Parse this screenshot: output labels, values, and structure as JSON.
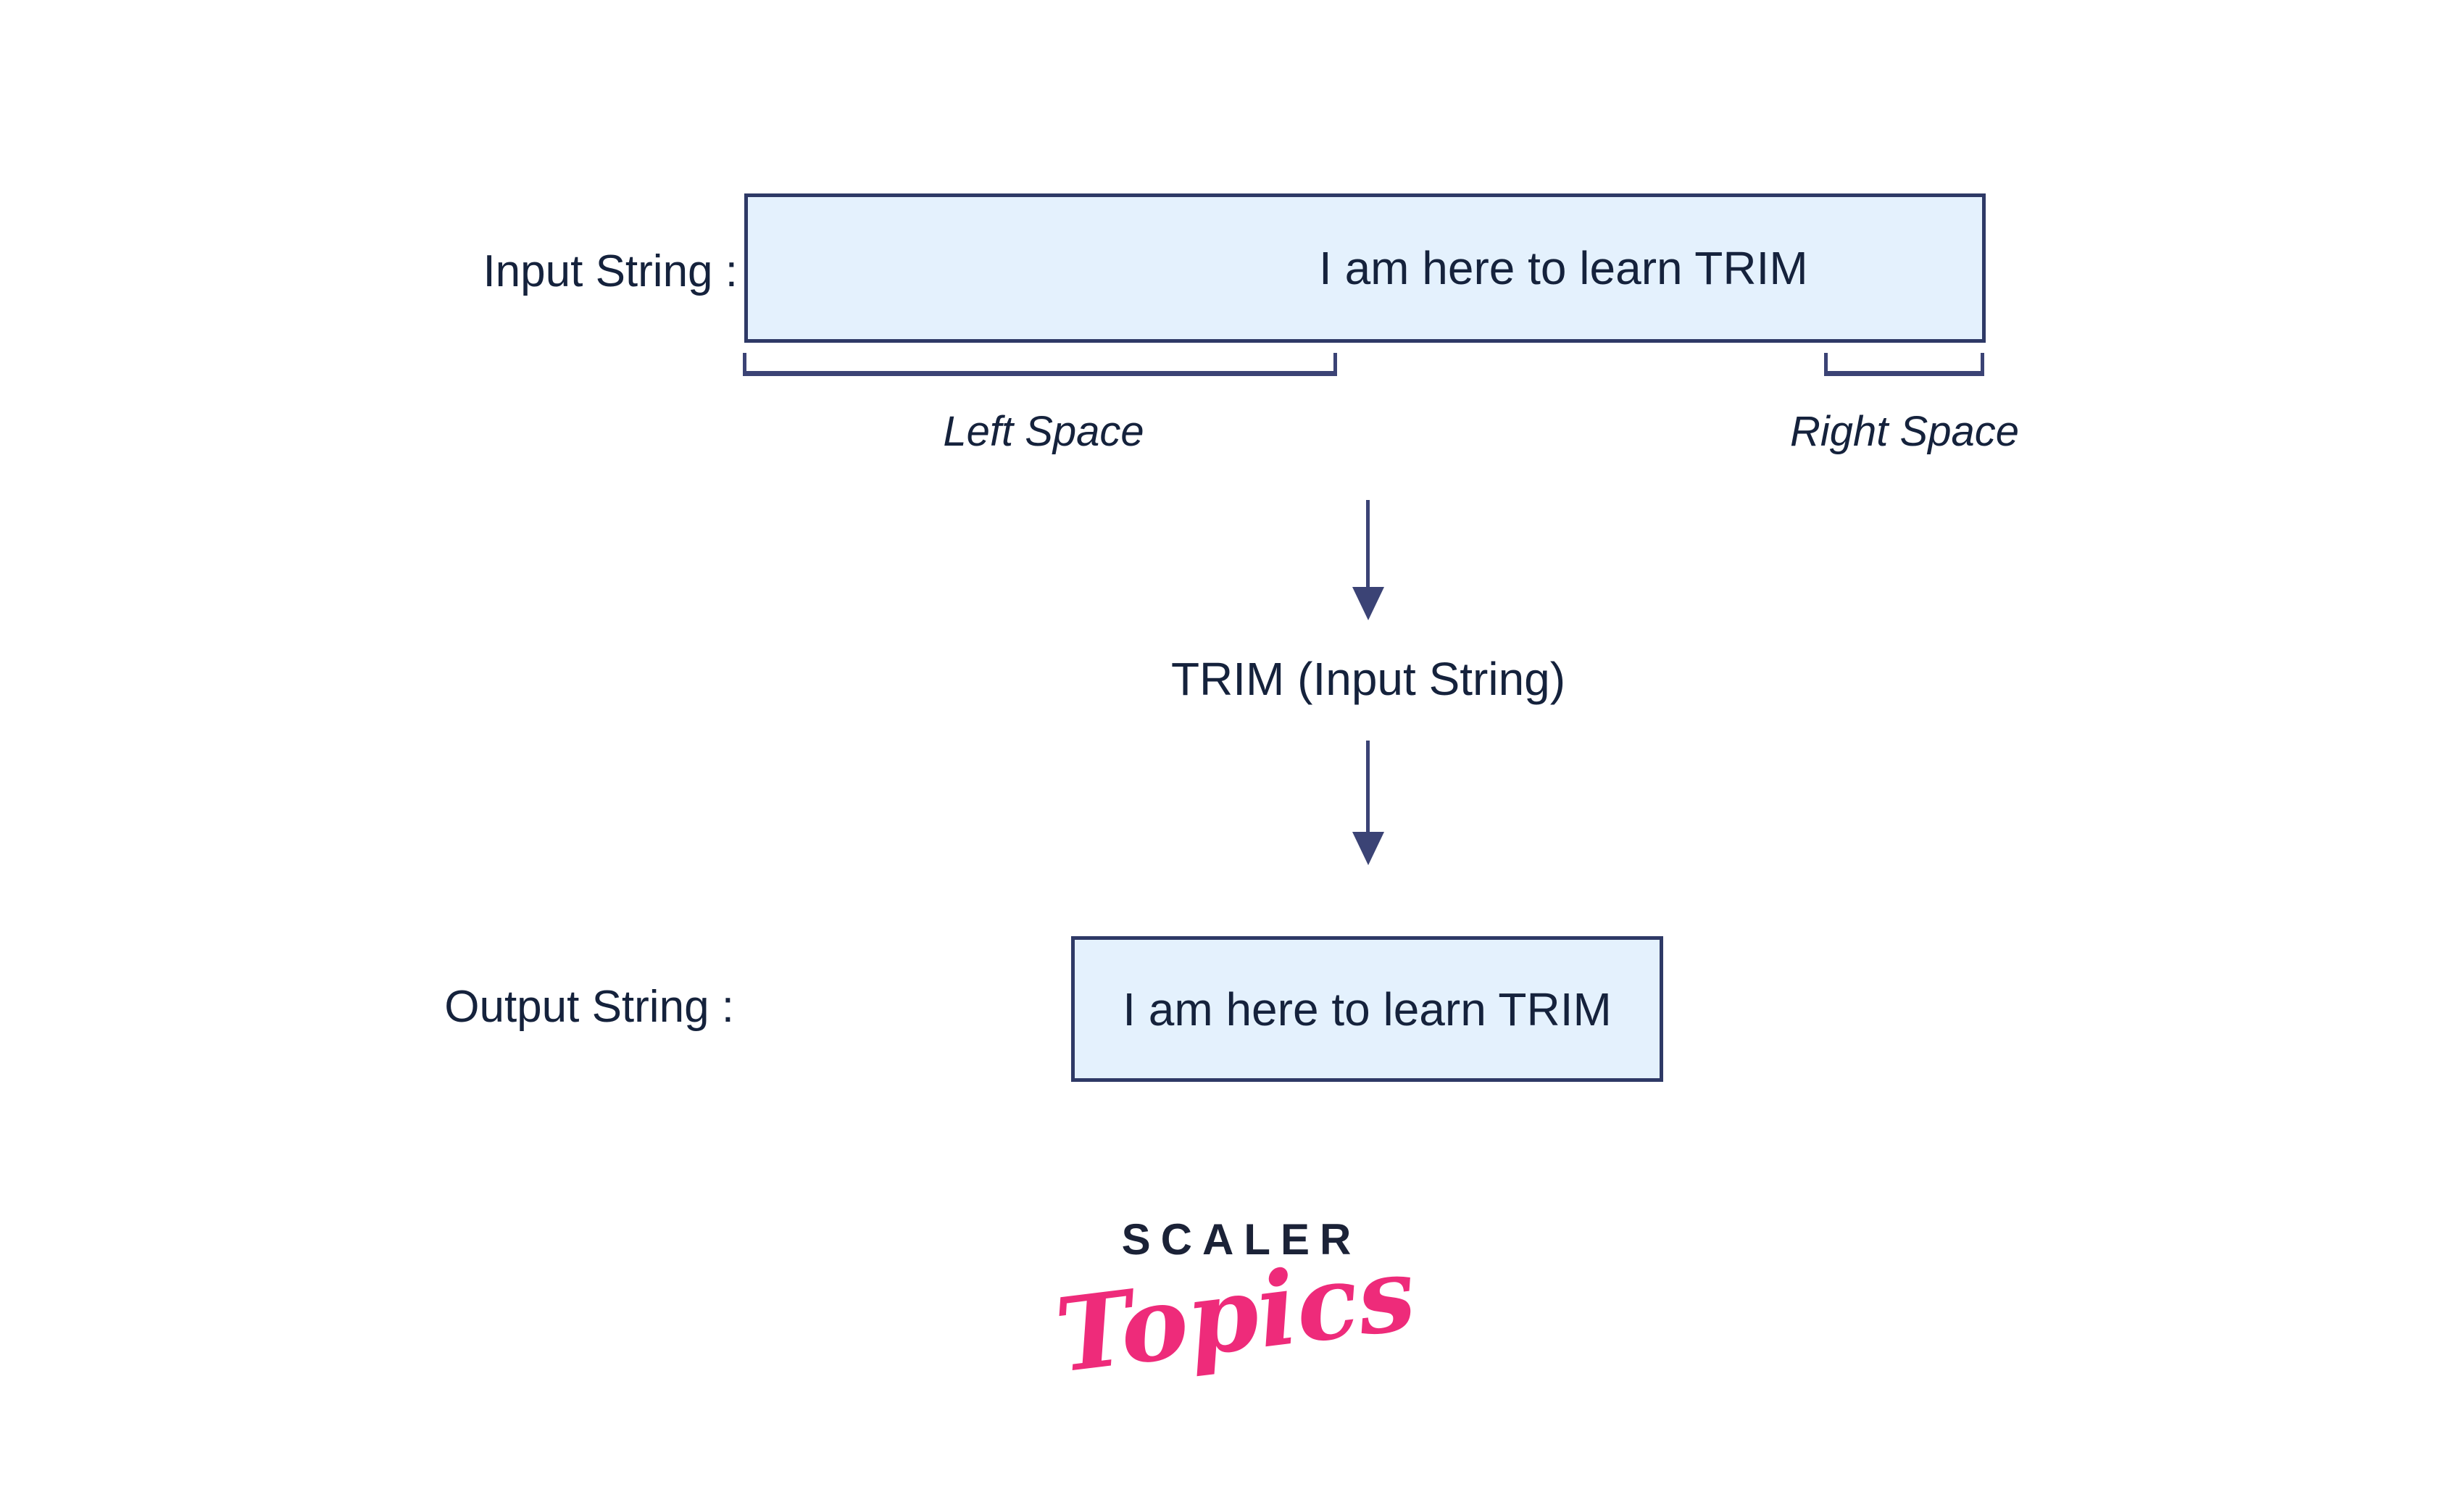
{
  "diagram": {
    "input_label": "Input String :",
    "input_value": "I am here to learn TRIM",
    "left_space_label": "Left Space",
    "right_space_label": "Right Space",
    "transform_label": "TRIM (Input String)",
    "output_label": "Output String :",
    "output_value": "I am here to learn TRIM"
  },
  "logo": {
    "brand": "SCALER",
    "sub": "Topics"
  },
  "colors": {
    "box_fill": "#e4f1fd",
    "box_border": "#2e3966",
    "text": "#15223c",
    "accent": "#3b4375",
    "brand_navy": "#1b2237",
    "brand_pink": "#ee2b7a"
  }
}
